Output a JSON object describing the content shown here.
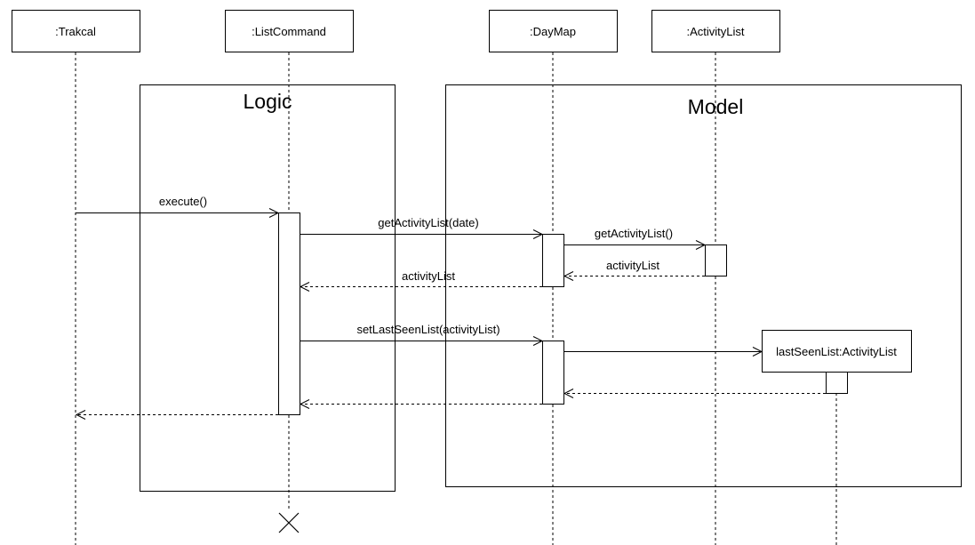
{
  "participants": {
    "trakcal": ":Trakcal",
    "listcommand": ":ListCommand",
    "daymap": ":DayMap",
    "activitylist": ":ActivityList",
    "lastseen": "lastSeenList:ActivityList"
  },
  "frames": {
    "logic": "Logic",
    "model": "Model"
  },
  "messages": {
    "execute": "execute()",
    "get_activity_list_date": "getActivityList(date)",
    "get_activity_list": "getActivityList()",
    "activity_list_return_inner": "activityList",
    "activity_list_return_outer": "activityList",
    "set_last_seen_list": "setLastSeenList(activityList)"
  }
}
